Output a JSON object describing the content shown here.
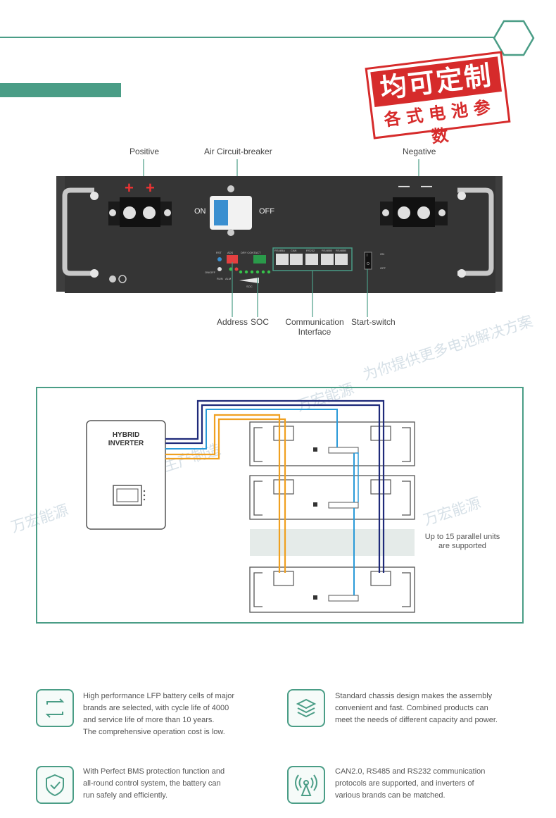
{
  "stamp": {
    "main": "均可定制",
    "sub": "各式电池参数"
  },
  "panel_labels": {
    "positive": "Positive",
    "air_breaker": "Air Circuit-breaker",
    "negative": "Negative",
    "address": "Address",
    "soc": "SOC",
    "communication_line1": "Communication",
    "communication_line2": "Interface",
    "start_switch": "Start-switch"
  },
  "panel_face": {
    "on": "ON",
    "off": "OFF",
    "plus": "+",
    "minus": "—",
    "ports": [
      "RS485A",
      "CAN",
      "RS232",
      "RS485B",
      "RS485B"
    ],
    "small_rst": "RST",
    "small_adds": "ADS",
    "small_onoff": "ON/OFF",
    "small_run": "RUN",
    "small_alm": "ALM",
    "small_dry": "DRY CONTACT",
    "small_soc": "SOC",
    "small_switch_on": "ON",
    "small_switch_off": "OFF",
    "switch_i": "I",
    "switch_o": "O"
  },
  "watermarks": [
    "为你提供更多电池解决方案",
    "优质锂电池生产制造",
    "万宏能源",
    "万宏能源",
    "万宏能源"
  ],
  "diagram": {
    "inverter_line1": "HYBRID",
    "inverter_line2": "INVERTER",
    "parallel_line1": "Up to 15 parallel units",
    "parallel_line2": "are supported",
    "colors": {
      "navy": "#1f2a7a",
      "blue": "#2a9ad8",
      "orange": "#f0a020",
      "accent": "#4a9d86",
      "stamp_red": "#d62b2b"
    }
  },
  "features": [
    {
      "icon": "cycle-arrows-icon",
      "lines": [
        "High performance LFP battery cells of major",
        "brands are selected, with cycle life of 4000",
        "and service life of more than 10 years.",
        "The comprehensive operation cost is low."
      ]
    },
    {
      "icon": "layers-icon",
      "lines": [
        "Standard chassis design makes the assembly",
        "convenient and fast. Combined products can",
        "meet the needs of different capacity and power."
      ]
    },
    {
      "icon": "shield-check-icon",
      "lines": [
        "With Perfect BMS protection function and",
        "all-round control system, the battery can",
        "run safely and efficiently."
      ]
    },
    {
      "icon": "signal-tower-icon",
      "lines": [
        "CAN2.0, RS485 and RS232 communication",
        "protocols are supported, and inverters of",
        "various brands can be matched."
      ]
    }
  ]
}
